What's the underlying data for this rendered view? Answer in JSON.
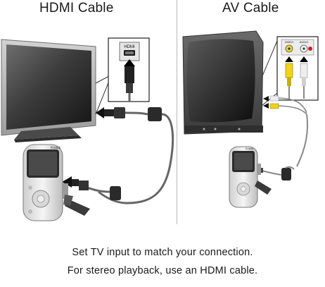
{
  "titles": {
    "left": "HDMI Cable",
    "right": "AV Cable"
  },
  "port_labels": {
    "hdmi": "HDMI",
    "video": "VIDEO",
    "audio": "AUDIO"
  },
  "camera_brand": "Kodak",
  "caption": {
    "line1": "Set TV input to match your connection.",
    "line2": "For stereo playback, use an HDMI cable."
  },
  "colors": {
    "video_plug": "#f2d21a",
    "audio_plug": "#e8e8e8",
    "audio_port_red": "#d0201c"
  }
}
